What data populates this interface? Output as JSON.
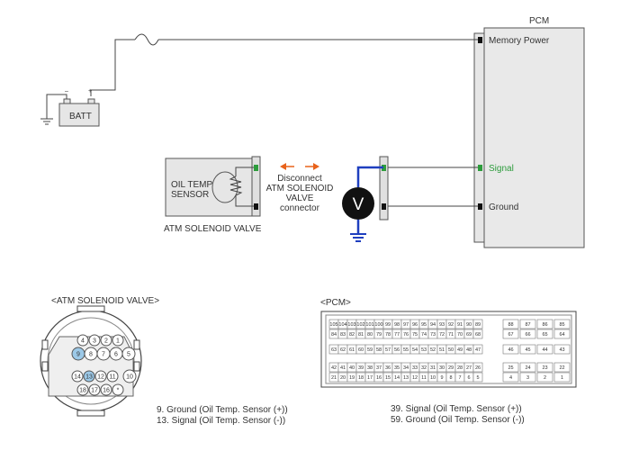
{
  "labels": {
    "pcm": "PCM",
    "memory_power": "Memory Power",
    "signal": "Signal",
    "ground": "Ground",
    "batt": "BATT",
    "sensor_line1": "OIL TEMP",
    "sensor_line2": "SENSOR",
    "sensor_caption": "ATM SOLENOID VALVE",
    "disconnect_1": "Disconnect",
    "disconnect_2": "ATM SOLENOID",
    "disconnect_3": "VALVE",
    "disconnect_4": "connector",
    "voltmeter": "V"
  },
  "connectors": {
    "atm_title": "<ATM SOLENOID VALVE>",
    "pcm_title": "<PCM>",
    "atm_pins_top": [
      "4",
      "3",
      "2",
      "1"
    ],
    "atm_pins_mid": [
      "9",
      "8",
      "7",
      "6",
      "5"
    ],
    "atm_pins_low_left": [
      "14",
      "13",
      "12",
      "11"
    ],
    "atm_pin_side": "10",
    "atm_pins_bottom": [
      "18",
      "17",
      "16",
      "*"
    ],
    "atm_notes": [
      "9. Ground (Oil Temp. Sensor (+))",
      "13. Signal (Oil Temp. Sensor (-))"
    ],
    "pcm_notes": [
      "39. Signal (Oil Temp. Sensor (+))",
      "59. Ground (Oil Temp. Sensor (-))"
    ],
    "pcm_rows": [
      {
        "main": [
          "105",
          "104",
          "103",
          "102",
          "101",
          "100",
          "99",
          "98",
          "97",
          "96",
          "95",
          "94",
          "93",
          "92",
          "91",
          "90",
          "89"
        ],
        "side": [
          "88",
          "87",
          "86",
          "85"
        ]
      },
      {
        "main": [
          "84",
          "83",
          "82",
          "81",
          "80",
          "79",
          "78",
          "77",
          "76",
          "75",
          "74",
          "73",
          "72",
          "71",
          "70",
          "69",
          "68"
        ],
        "side": [
          "67",
          "66",
          "65",
          "64"
        ]
      },
      {
        "main": [
          "63",
          "62",
          "61",
          "60",
          "59",
          "58",
          "57",
          "56",
          "55",
          "54",
          "53",
          "52",
          "51",
          "50",
          "49",
          "48",
          "47"
        ],
        "side": [
          "46",
          "45",
          "44",
          "43"
        ]
      },
      {
        "main": [
          "42",
          "41",
          "40",
          "39",
          "38",
          "37",
          "36",
          "35",
          "34",
          "33",
          "32",
          "31",
          "30",
          "29",
          "28",
          "27",
          "26"
        ],
        "side": [
          "25",
          "24",
          "23",
          "22"
        ]
      },
      {
        "main": [
          "21",
          "20",
          "19",
          "18",
          "17",
          "16",
          "15",
          "14",
          "13",
          "12",
          "11",
          "10",
          "9",
          "8",
          "7",
          "6",
          "5"
        ],
        "side": [
          "4",
          "3",
          "2",
          "1"
        ]
      }
    ]
  },
  "colors": {
    "wire_blue": "#1f3fbf",
    "arrow_orange": "#e8621b",
    "signal_green": "#2d9c3c",
    "pin_highlight": "#9cc9e8",
    "box_gray": "#e6e6e6"
  }
}
